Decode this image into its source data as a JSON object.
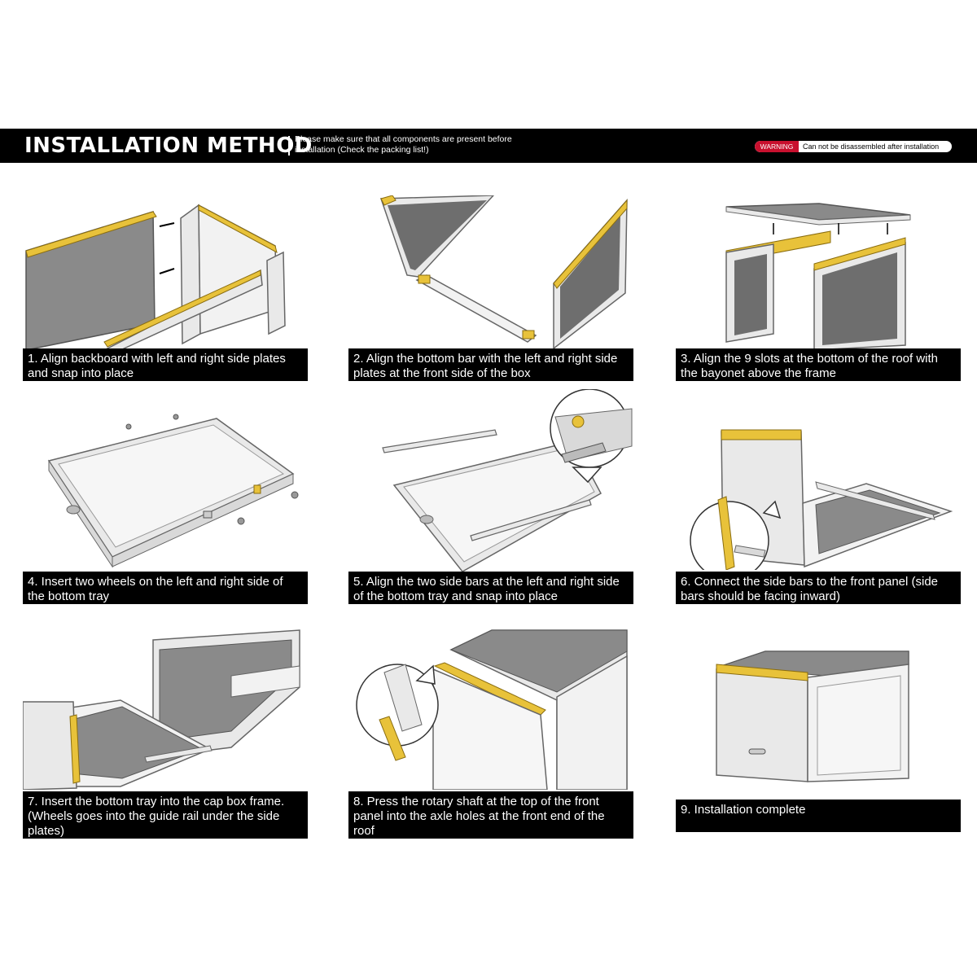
{
  "header": {
    "title": "INSTALLATION METHOD",
    "note": "Please make sure that all components are present before installation (Check the packing list!)",
    "warning_tag": "WARNING",
    "warning_text": "Can not be disassembled after installation"
  },
  "steps": [
    {
      "caption": "1. Align backboard with left and right side plates and snap into place"
    },
    {
      "caption": "2. Align the bottom bar with the left and right side plates at the front side of the box"
    },
    {
      "caption": "3. Align the 9 slots at the bottom of the roof with the bayonet above the frame"
    },
    {
      "caption": "4. Insert two wheels on the left and right side of the bottom tray"
    },
    {
      "caption": "5. Align the two side bars at the left and right side of the bottom tray and snap into place"
    },
    {
      "caption": "6. Connect the side bars to the front panel (side bars should be facing inward)"
    },
    {
      "caption": "7. Insert the bottom tray into the cap box frame. (Wheels goes into the guide rail under the side plates)"
    },
    {
      "caption": "8. Press the rotary shaft at the top of the front panel into the axle holes at the front end of the roof"
    },
    {
      "caption": "9. Installation complete"
    }
  ],
  "colors": {
    "header_bg": "#000000",
    "warning_red": "#c8102e",
    "accent_yellow": "#e8c23a",
    "panel_gray": "#8a8a8a",
    "frame_light": "#e9e9e9"
  }
}
